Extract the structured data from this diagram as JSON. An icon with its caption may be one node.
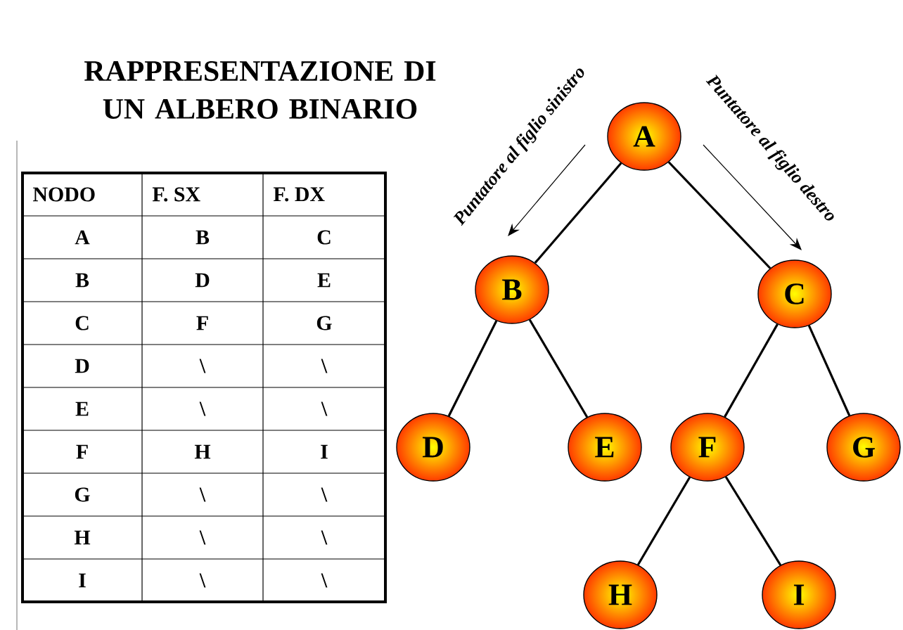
{
  "diagram": {
    "title": "RAPPRESENTAZIONE DI UN ALBERO BINARIO",
    "nodes": [
      {
        "text": [
          "A"
        ]
      },
      {
        "text": [
          "B"
        ]
      },
      {
        "text": [
          "C"
        ]
      },
      {
        "text": [
          "D"
        ]
      },
      {
        "text": [
          "E"
        ]
      },
      {
        "text": [
          "F"
        ]
      },
      {
        "text": [
          "G"
        ]
      },
      {
        "text": [
          "H"
        ]
      },
      {
        "text": [
          "I"
        ]
      }
    ],
    "edges": [
      {
        "from": 0,
        "to": 1,
        "arrow": "none"
      },
      {
        "from": 0,
        "to": 2,
        "arrow": "none"
      },
      {
        "from": 1,
        "to": 3,
        "arrow": "none"
      },
      {
        "from": 1,
        "to": 4,
        "arrow": "none"
      },
      {
        "from": 2,
        "to": 5,
        "arrow": "none"
      },
      {
        "from": 2,
        "to": 6,
        "arrow": "none"
      },
      {
        "from": 5,
        "to": 7,
        "arrow": "none"
      },
      {
        "from": 5,
        "to": 8,
        "arrow": "none"
      }
    ],
    "labels": [
      "Puntatore al figlio sinistro",
      "Puntatore al figlio destro",
      "NODO",
      "F. SX",
      "F. DX",
      "A",
      "B",
      "C",
      "B",
      "D",
      "E",
      "C",
      "F",
      "G",
      "D",
      "\\",
      "\\",
      "E",
      "\\",
      "\\",
      "F",
      "H",
      "I",
      "G",
      "\\",
      "\\",
      "H",
      "\\",
      "\\",
      "I",
      "\\",
      "\\"
    ]
  }
}
